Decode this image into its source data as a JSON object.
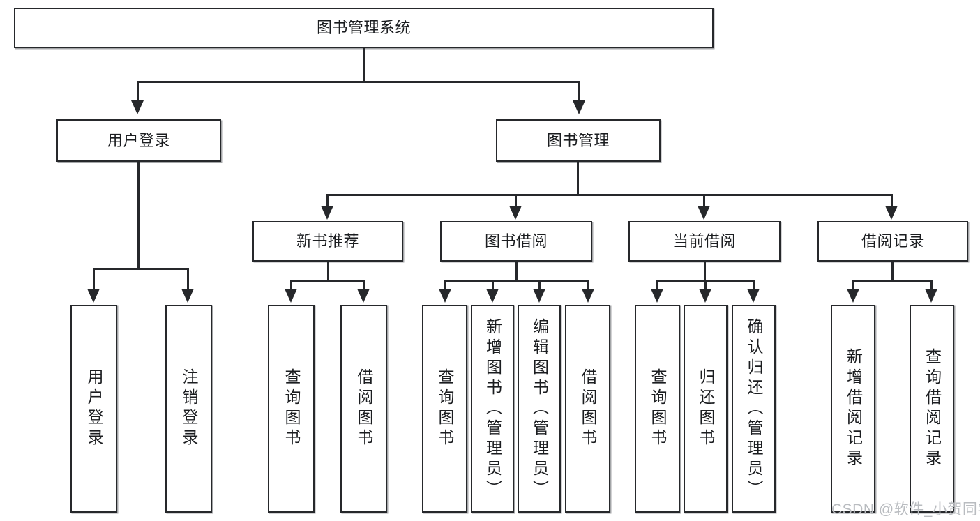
{
  "diagram": {
    "type": "tree-hierarchy",
    "title": "图书管理系统",
    "root": {
      "id": "root",
      "label": "图书管理系统"
    },
    "level2": [
      {
        "id": "user-login",
        "label": "用户登录"
      },
      {
        "id": "book-manage",
        "label": "图书管理"
      }
    ],
    "level3": [
      {
        "id": "new-book-recommend",
        "label": "新书推荐",
        "parent": "book-manage"
      },
      {
        "id": "book-borrow",
        "label": "图书借阅",
        "parent": "book-manage"
      },
      {
        "id": "current-borrow",
        "label": "当前借阅",
        "parent": "book-manage"
      },
      {
        "id": "borrow-record",
        "label": "借阅记录",
        "parent": "book-manage"
      }
    ],
    "leaves": [
      {
        "id": "leaf-user-login",
        "label": "用户登录",
        "parent": "user-login"
      },
      {
        "id": "leaf-logout-login",
        "label": "注销登录",
        "parent": "user-login"
      },
      {
        "id": "leaf-query-book-1",
        "label": "查询图书",
        "parent": "new-book-recommend"
      },
      {
        "id": "leaf-borrow-book-1",
        "label": "借阅图书",
        "parent": "new-book-recommend"
      },
      {
        "id": "leaf-query-book-2",
        "label": "查询图书",
        "parent": "book-borrow"
      },
      {
        "id": "leaf-add-book",
        "label": "新增图书（管理员）",
        "parent": "book-borrow"
      },
      {
        "id": "leaf-edit-book",
        "label": "编辑图书（管理员）",
        "parent": "book-borrow"
      },
      {
        "id": "leaf-borrow-book-2",
        "label": "借阅图书",
        "parent": "book-borrow"
      },
      {
        "id": "leaf-query-book-3",
        "label": "查询图书",
        "parent": "current-borrow"
      },
      {
        "id": "leaf-return-book",
        "label": "归还图书",
        "parent": "current-borrow"
      },
      {
        "id": "leaf-confirm-return",
        "label": "确认归还（管理员）",
        "parent": "current-borrow"
      },
      {
        "id": "leaf-add-record",
        "label": "新增借阅记录",
        "parent": "borrow-record"
      },
      {
        "id": "leaf-query-record",
        "label": "查询借阅记录",
        "parent": "borrow-record"
      }
    ]
  },
  "watermark": {
    "text": "CSDN @软件_小贺同学"
  },
  "colors": {
    "stroke": "#26282b",
    "fill": "#ffffff",
    "text": "#1b1d20",
    "watermark": "#b9bcc0"
  }
}
